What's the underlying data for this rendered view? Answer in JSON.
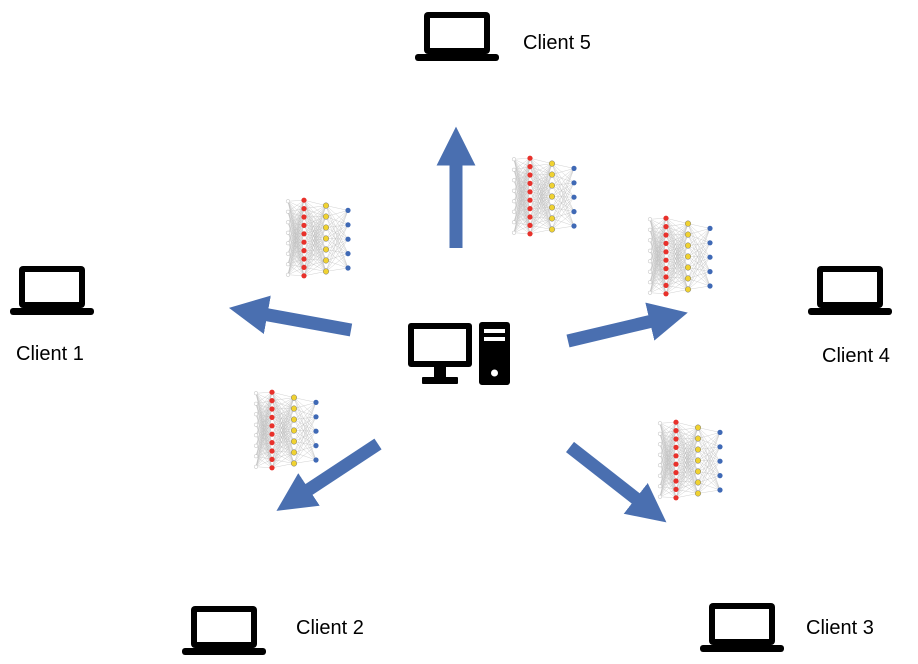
{
  "clients": [
    {
      "id": "client-1",
      "label": "Client 1"
    },
    {
      "id": "client-2",
      "label": "Client 2"
    },
    {
      "id": "client-3",
      "label": "Client 3"
    },
    {
      "id": "client-4",
      "label": "Client 4"
    },
    {
      "id": "client-5",
      "label": "Client 5"
    }
  ],
  "colors": {
    "arrow": "#4a6fb0",
    "icon": "#000000",
    "input_layer": "#e8312b",
    "hidden_layer": "#f0d230",
    "output_layer": "#3f69b5",
    "connections": "#bdbdbd"
  },
  "icons": {
    "server": "desktop-computer-icon",
    "client": "laptop-icon",
    "model": "neural-network-icon"
  }
}
